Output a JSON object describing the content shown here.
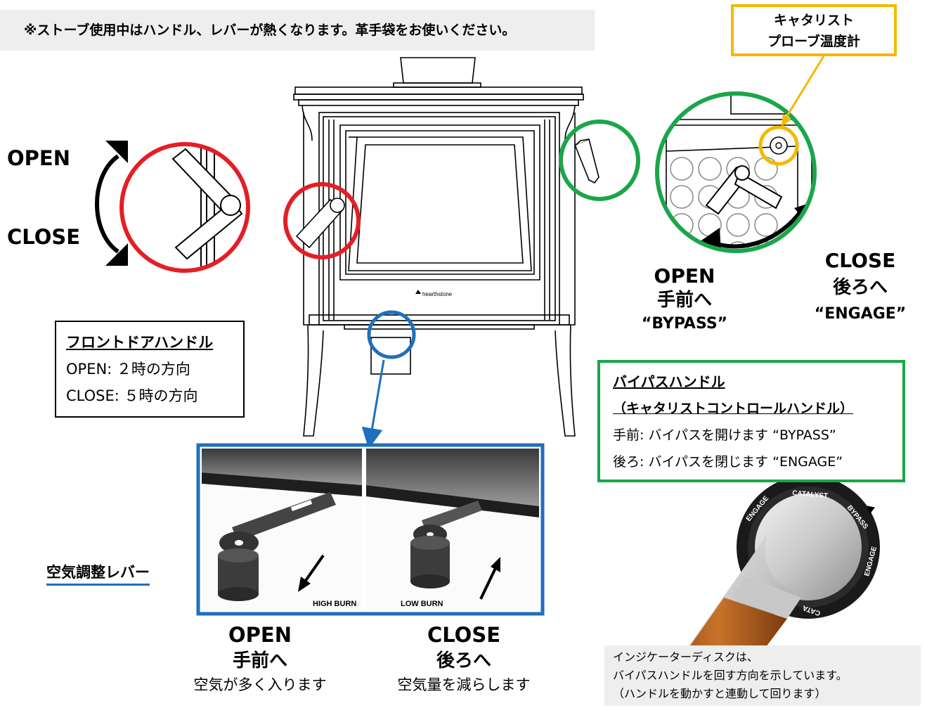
{
  "warning": "※ストーブ使用中はハンドル、レバーが熱くなります。革手袋をお使いください。",
  "catalyst_probe": {
    "line1": "キャタリスト",
    "line2": "プローブ温度計"
  },
  "front_handle_dir": {
    "open": "OPEN",
    "close": "CLOSE"
  },
  "bypass_dir": {
    "open": "OPEN",
    "open_jp": "手前へ",
    "open_en": "“BYPASS”",
    "close": "CLOSE",
    "close_jp": "後ろへ",
    "close_en": "“ENGAGE”"
  },
  "stove_logo": "hearthstone",
  "front_door_box": {
    "title": "フロントドアハンドル",
    "open": "OPEN: ２時の方向",
    "close": "CLOSE: ５時の方向"
  },
  "bypass_box": {
    "title1": "バイパスハンドル",
    "title2": "（キャタリストコントロールハンドル）",
    "front": "手前: バイパスを開けます “BYPASS”",
    "back": "後ろ: バイパスを閉じます “ENGAGE”"
  },
  "air_lever_label": "空気調整レバー",
  "photo_labels": {
    "high": "HIGH BURN",
    "low": "LOW BURN"
  },
  "air_open": {
    "title": "OPEN",
    "jp": "手前へ",
    "desc": "空気が多く入ります"
  },
  "air_close": {
    "title": "CLOSE",
    "jp": "後ろへ",
    "desc": "空気量を減らします"
  },
  "dial_labels": {
    "catalyst": "CATALYST",
    "bypass": "BYPASS",
    "engage": "ENGAGE",
    "engage2": "ENGAGE",
    "cata": "CATA"
  },
  "indicator_caption": {
    "line1": "インジケーターディスクは、",
    "line2": "バイパスハンドルを回す方向を示しています。",
    "line3": "（ハンドルを動かすと連動して回ります）"
  },
  "colors": {
    "red": "#e41e26",
    "green": "#1aa64a",
    "blue": "#1f6fbd",
    "orange": "#f5b800",
    "wood": "#b8621c"
  }
}
